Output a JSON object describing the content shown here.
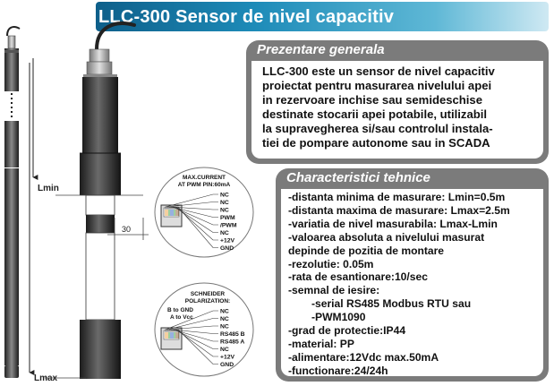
{
  "header": {
    "title": "LLC-300 Sensor de nivel capacitiv"
  },
  "overview": {
    "title": "Prezentare generala",
    "lines": [
      "LLC-300 este un sensor de nivel capacitiv",
      "proiectat pentru masurarea nivelului apei",
      "in rezervoare inchise sau semideschise",
      "destinate stocarii apei potabile, utilizabil",
      "la supravegherea si/sau controlul instala-",
      "tiei de pompare autonome sau in SCADA"
    ]
  },
  "specs": {
    "title": "Characteristici tehnice",
    "items": [
      {
        "text": "-distanta minima de masurare: Lmin=0.5m",
        "indent": false
      },
      {
        "text": "-distanta maxima de masurare: Lmax=2.5m",
        "indent": false
      },
      {
        "text": "-variatia de nivel masurabila: Lmax-Lmin",
        "indent": false
      },
      {
        "text": "-valoarea absoluta a nivelului masurat",
        "indent": false
      },
      {
        "text": "depinde de pozitia de montare",
        "indent": false
      },
      {
        "text": "-rezolutie: 0.05m",
        "indent": false
      },
      {
        "text": "-rata de esantionare:10/sec",
        "indent": false
      },
      {
        "text": "-semnal de iesire:",
        "indent": false
      },
      {
        "text": "-serial RS485 Modbus RTU sau",
        "indent": true
      },
      {
        "text": "-PWM1090",
        "indent": true
      },
      {
        "text": "-grad de protectie:IP44",
        "indent": false
      },
      {
        "text": "-material: PP",
        "indent": false
      },
      {
        "text": "-alimentare:12Vdc max.50mA",
        "indent": false
      },
      {
        "text": "-functionare:24/24h",
        "indent": false
      }
    ]
  },
  "diagram": {
    "lmin_label": "Lmin",
    "lmax_label": "Lmax",
    "width_dim": "30"
  },
  "pwm_connector": {
    "title_line1": "MAX.CURRENT",
    "title_line2": "AT PWM PIN:60mA",
    "pins": [
      "NC",
      "NC",
      "NC",
      "PWM",
      "/PWM",
      "NC",
      "+12V",
      "GND"
    ]
  },
  "rs485_connector": {
    "title_line1": "SCHNEIDER",
    "title_line2": "POLARIZATION:",
    "note_line1": "B to GND",
    "note_line2": "A to Vcc",
    "pins": [
      "NC",
      "NC",
      "NC",
      "RS485 B",
      "RS485 A",
      "NC",
      "+12V",
      "GND"
    ]
  },
  "colors": {
    "banner_dark": "#0e5f8a",
    "panel_gray": "#7b7b7b",
    "sensor_dark": "#3a3a3a",
    "connector_orange": "#e8a040",
    "connector_green": "#3aa040",
    "connector_blue": "#3060c0"
  }
}
